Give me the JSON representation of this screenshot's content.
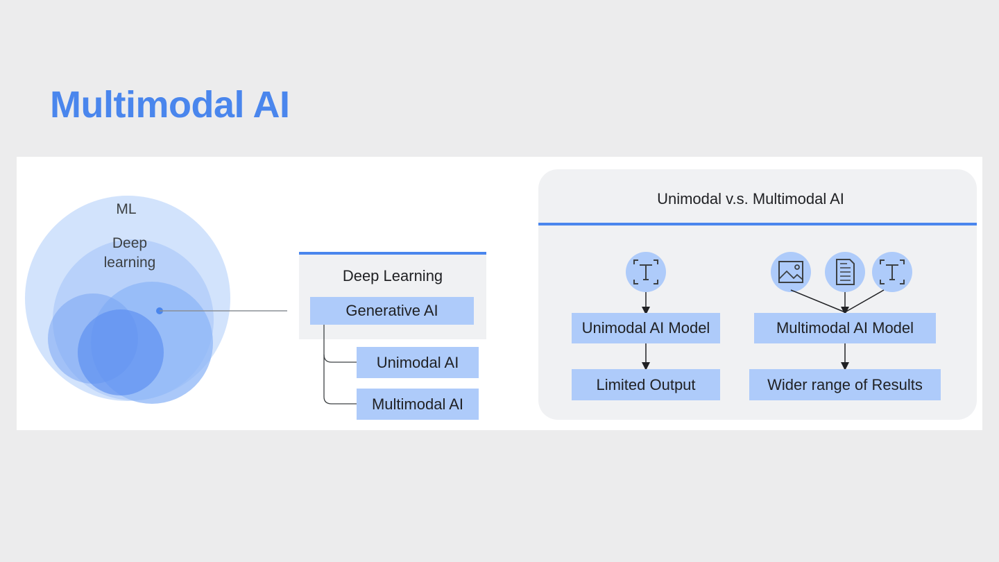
{
  "slide": {
    "title": "Multimodal AI"
  },
  "venn": {
    "outer_label": "ML",
    "inner_label": "Deep\nlearning"
  },
  "hierarchy": {
    "header": "Deep Learning",
    "generative": "Generative AI",
    "children": [
      "Unimodal AI",
      "Multimodal AI"
    ]
  },
  "comparison": {
    "title": "Unimodal v.s. Multimodal AI",
    "unimodal": {
      "model": "Unimodal AI Model",
      "output": "Limited Output",
      "inputs": [
        "text-icon"
      ]
    },
    "multimodal": {
      "model": "Multimodal AI Model",
      "output": "Wider range of Results",
      "inputs": [
        "image-icon",
        "document-icon",
        "text-icon"
      ]
    }
  },
  "colors": {
    "accent": "#4a86ed",
    "box_fill": "#aecbfa",
    "icon_circle": "#aecbfa"
  }
}
